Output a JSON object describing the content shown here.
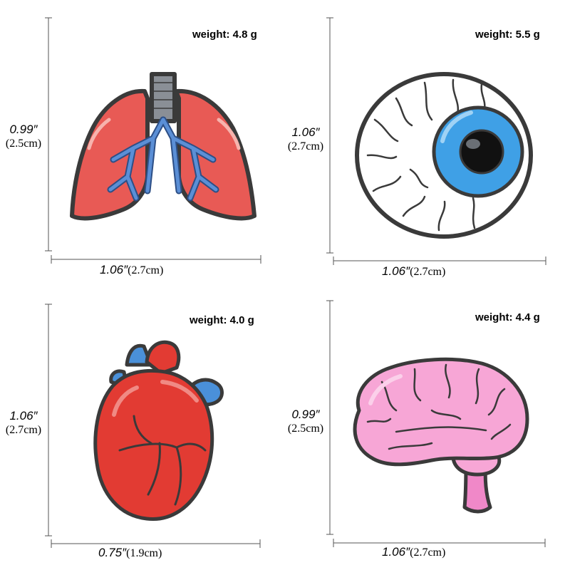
{
  "pins": [
    {
      "name": "lungs",
      "weight": "weight: 4.8 g",
      "height": {
        "inch": "0.99″",
        "cm": "(2.5cm)"
      },
      "width": {
        "inch": "1.06″",
        "cm": "(2.7cm)"
      },
      "colors": {
        "fill": "#e85a55",
        "vessel": "#5b8fd6",
        "outline": "#3a3a3a"
      }
    },
    {
      "name": "eyeball",
      "weight": "weight: 5.5 g",
      "height": {
        "inch": "1.06″",
        "cm": "(2.7cm)"
      },
      "width": {
        "inch": "1.06″",
        "cm": "(2.7cm)"
      },
      "colors": {
        "fill": "#ffffff",
        "iris": "#3fa0e6",
        "outline": "#3a3a3a"
      }
    },
    {
      "name": "heart",
      "weight": "weight: 4.0 g",
      "height": {
        "inch": "1.06″",
        "cm": "(2.7cm)"
      },
      "width": {
        "inch": "0.75″",
        "cm": "(1.9cm)"
      },
      "colors": {
        "fill": "#e23b33",
        "vessel": "#4a90d9",
        "outline": "#3a3a3a"
      }
    },
    {
      "name": "brain",
      "weight": "weight: 4.4 g",
      "height": {
        "inch": "0.99″",
        "cm": "(2.5cm)"
      },
      "width": {
        "inch": "1.06″",
        "cm": "(2.7cm)"
      },
      "colors": {
        "fill": "#f7a6d6",
        "stem": "#f088c8",
        "outline": "#3a3a3a"
      }
    }
  ]
}
